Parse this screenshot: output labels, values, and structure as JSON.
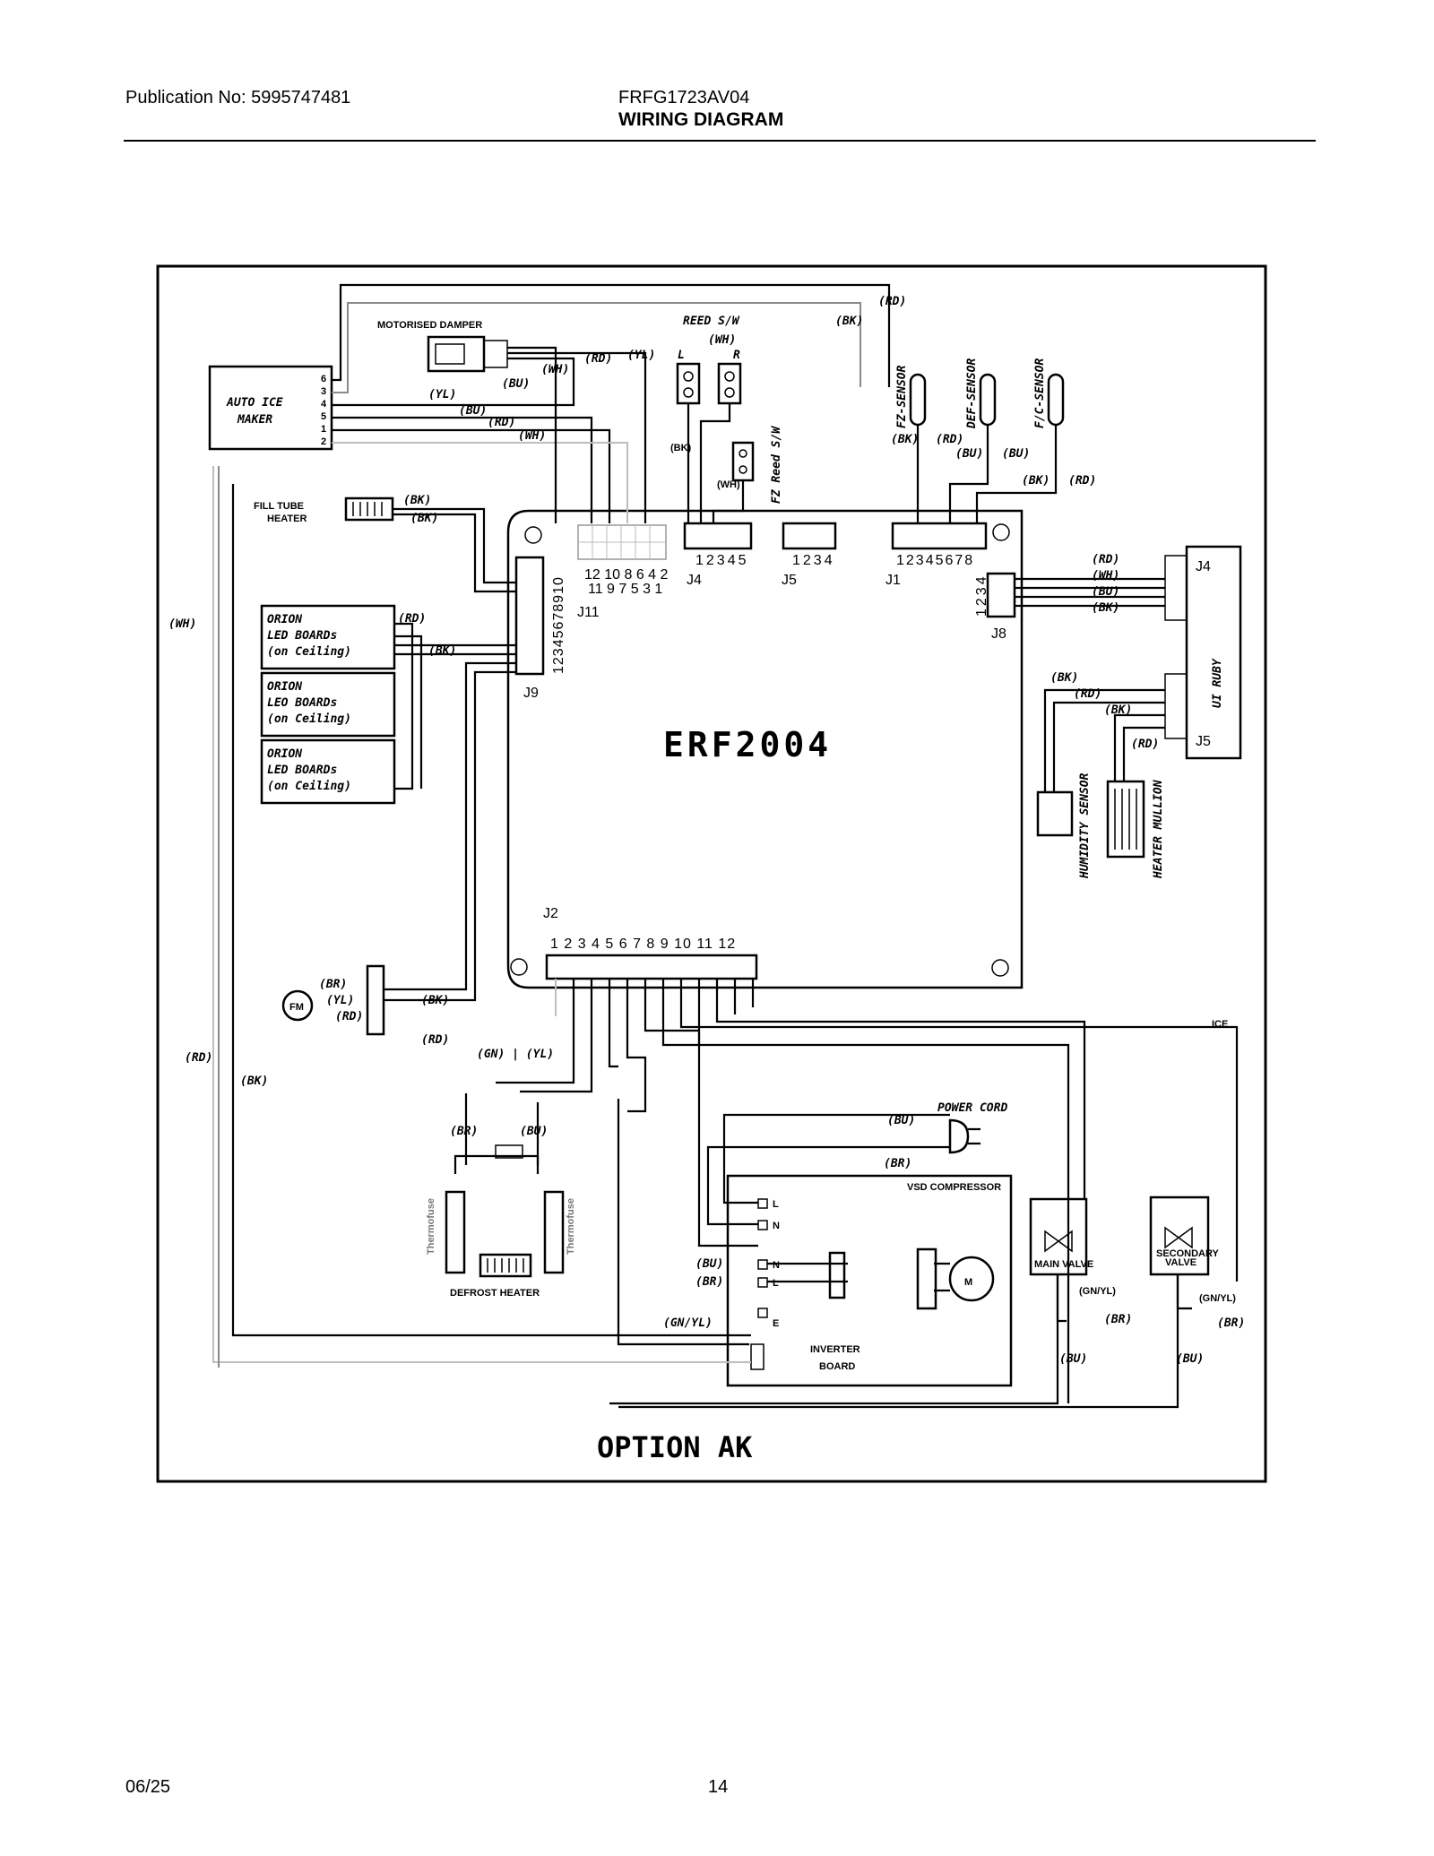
{
  "header": {
    "publication": "Publication No: 5995747481",
    "model": "FRFG1723AV04",
    "title": "WIRING DIAGRAM"
  },
  "footer": {
    "date": "06/25",
    "page": "14"
  },
  "diagram": {
    "board": "ERF2004",
    "option": "OPTION AK",
    "auto_ice_maker": [
      "AUTO ICE",
      "MAKER"
    ],
    "auto_ice_pins": [
      "6",
      "3",
      "4",
      "5",
      "1",
      "2"
    ],
    "motorised_damper": "MOTORISED DAMPER",
    "reed_sw": "REED S/W",
    "reed_l": "L",
    "reed_r": "R",
    "fz_reed_sw": "FZ Reed S/W",
    "fz_sensor": "FZ-SENSOR",
    "def_sensor": "DEF-SENSOR",
    "fc_sensor": "F/C-SENSOR",
    "fill_tube_heater": [
      "FILL TUBE",
      "HEATER"
    ],
    "orion_boards": [
      [
        "ORION",
        "LED BOARDs",
        "(on Ceiling)"
      ],
      [
        "ORION",
        "LEO BOARDs",
        "(on Ceiling)"
      ],
      [
        "ORION",
        "LED BOARDs",
        "(on Ceiling)"
      ]
    ],
    "connectors": {
      "j1": "J1",
      "j1_pins": "12345678",
      "j2": "J2",
      "j2_pins": "1 2 3 4 5 6 7 8 9 10 11 12",
      "j4": "J4",
      "j4_pins": "12345",
      "j5": "J5",
      "j5_pins": "1234",
      "j8": "J8",
      "j8_pins": "1234",
      "j9": "J9",
      "j9_pins": "12345678910",
      "j11": "J11",
      "j11_top": "12 10 8 6 4 2",
      "j11_bot": "11 9 7 5 3 1",
      "ui_j4": "J4",
      "ui_j5": "J5"
    },
    "ui_ruby": "UI RUBY",
    "humidity_sensor": "HUMIDITY SENSOR",
    "heater_mullion": "HEATER MULLION",
    "fan_motor": "FM",
    "defrost_heater": "DEFROST HEATER",
    "thermofuse": "Thermofuse",
    "power_cord": "POWER CORD",
    "vsd_compressor": "VSD COMPRESSOR",
    "inverter_board": [
      "INVERTER",
      "BOARD"
    ],
    "motor": "M",
    "main_valve": "MAIN VALVE",
    "secondary_valve": [
      "SECONDARY",
      "VALVE"
    ],
    "ice": "ICE",
    "inv_terms": [
      "L",
      "N",
      "N",
      "L",
      "E"
    ],
    "wire_labels": {
      "rd": "(RD)",
      "bk": "(BK)",
      "wh": "(WH)",
      "yl": "(YL)",
      "bu": "(BU)",
      "br": "(BR)",
      "gnyl": "(GN/YL)",
      "gn_yl": "(GN) | (YL)"
    }
  }
}
